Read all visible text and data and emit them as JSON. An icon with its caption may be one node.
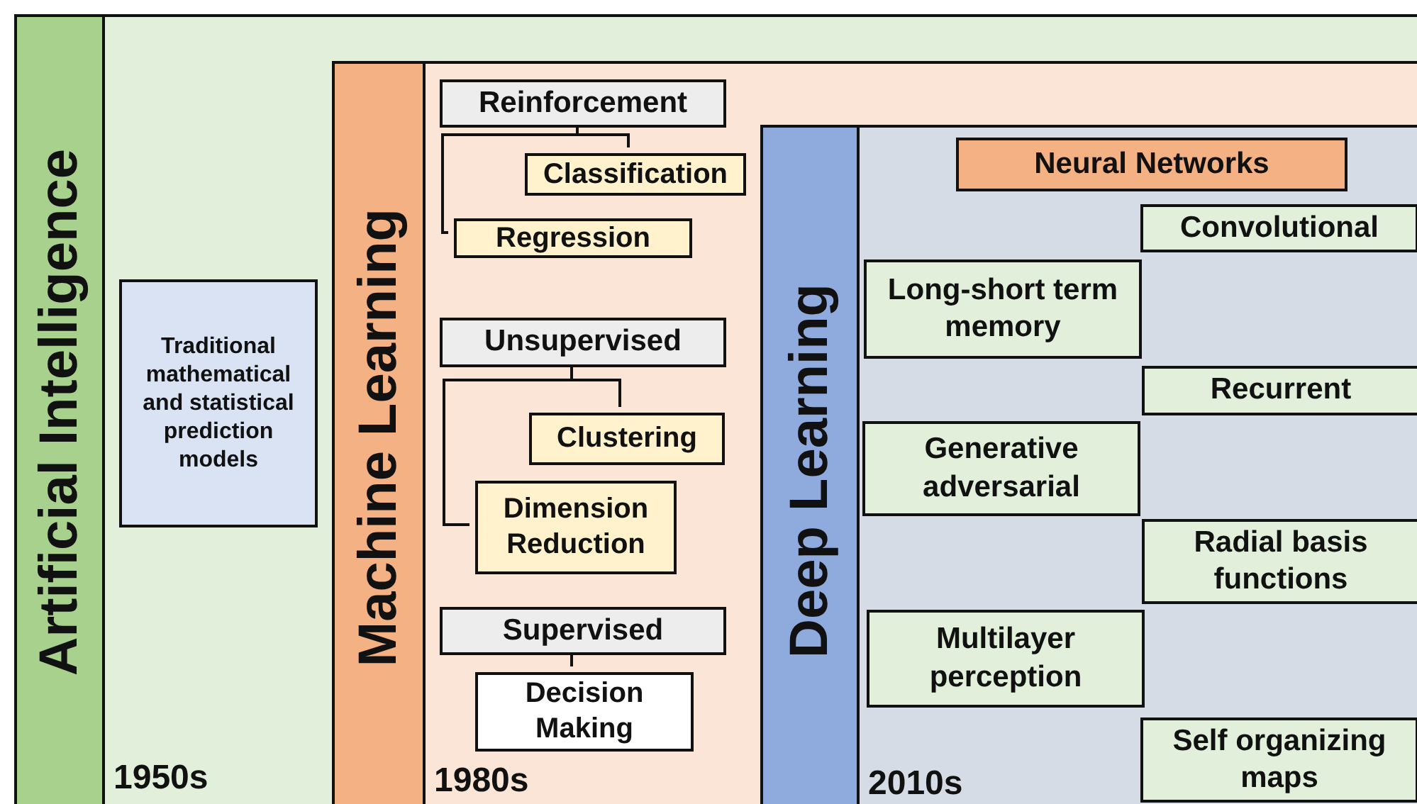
{
  "diagram": {
    "nodes": [
      {
        "text": [
          "Artificial Intelligence"
        ],
        "beside": [
          "1950s"
        ]
      },
      {
        "text": [
          "Traditional mathematical and statistical prediction models"
        ],
        "in": 0
      },
      {
        "text": [
          "Machine Learning"
        ],
        "beside": [
          "1980s"
        ],
        "in": 0
      },
      {
        "text": [
          "Reinforcement"
        ],
        "in": 2
      },
      {
        "text": [
          "Classification"
        ],
        "in": 2
      },
      {
        "text": [
          "Regression"
        ],
        "in": 2
      },
      {
        "text": [
          "Unsupervised"
        ],
        "in": 2
      },
      {
        "text": [
          "Clustering"
        ],
        "in": 2
      },
      {
        "text": [
          "Dimension Reduction"
        ],
        "in": 2
      },
      {
        "text": [
          "Supervised"
        ],
        "in": 2
      },
      {
        "text": [
          "Decision Making"
        ],
        "in": 2
      },
      {
        "text": [
          "Deep Learning"
        ],
        "beside": [
          "2010s"
        ],
        "in": 2
      },
      {
        "text": [
          "Neural Networks"
        ],
        "in": 11
      },
      {
        "text": [
          "Convolutional"
        ],
        "in": 11
      },
      {
        "text": [
          "Long-short term memory"
        ],
        "in": 11
      },
      {
        "text": [
          "Recurrent"
        ],
        "in": 11
      },
      {
        "text": [
          "Generative adversarial"
        ],
        "in": 11
      },
      {
        "text": [
          "Radial basis functions"
        ],
        "in": 11
      },
      {
        "text": [
          "Multilayer perception"
        ],
        "in": 11
      },
      {
        "text": [
          "Self organizing maps"
        ],
        "in": 11
      }
    ],
    "edges": [
      {
        "from": 3,
        "to": 4,
        "arrow": "none"
      },
      {
        "from": 3,
        "to": 5,
        "arrow": "none"
      },
      {
        "from": 6,
        "to": 7,
        "arrow": "none"
      },
      {
        "from": 6,
        "to": 8,
        "arrow": "none"
      },
      {
        "from": 9,
        "to": 10,
        "arrow": "none"
      }
    ]
  }
}
